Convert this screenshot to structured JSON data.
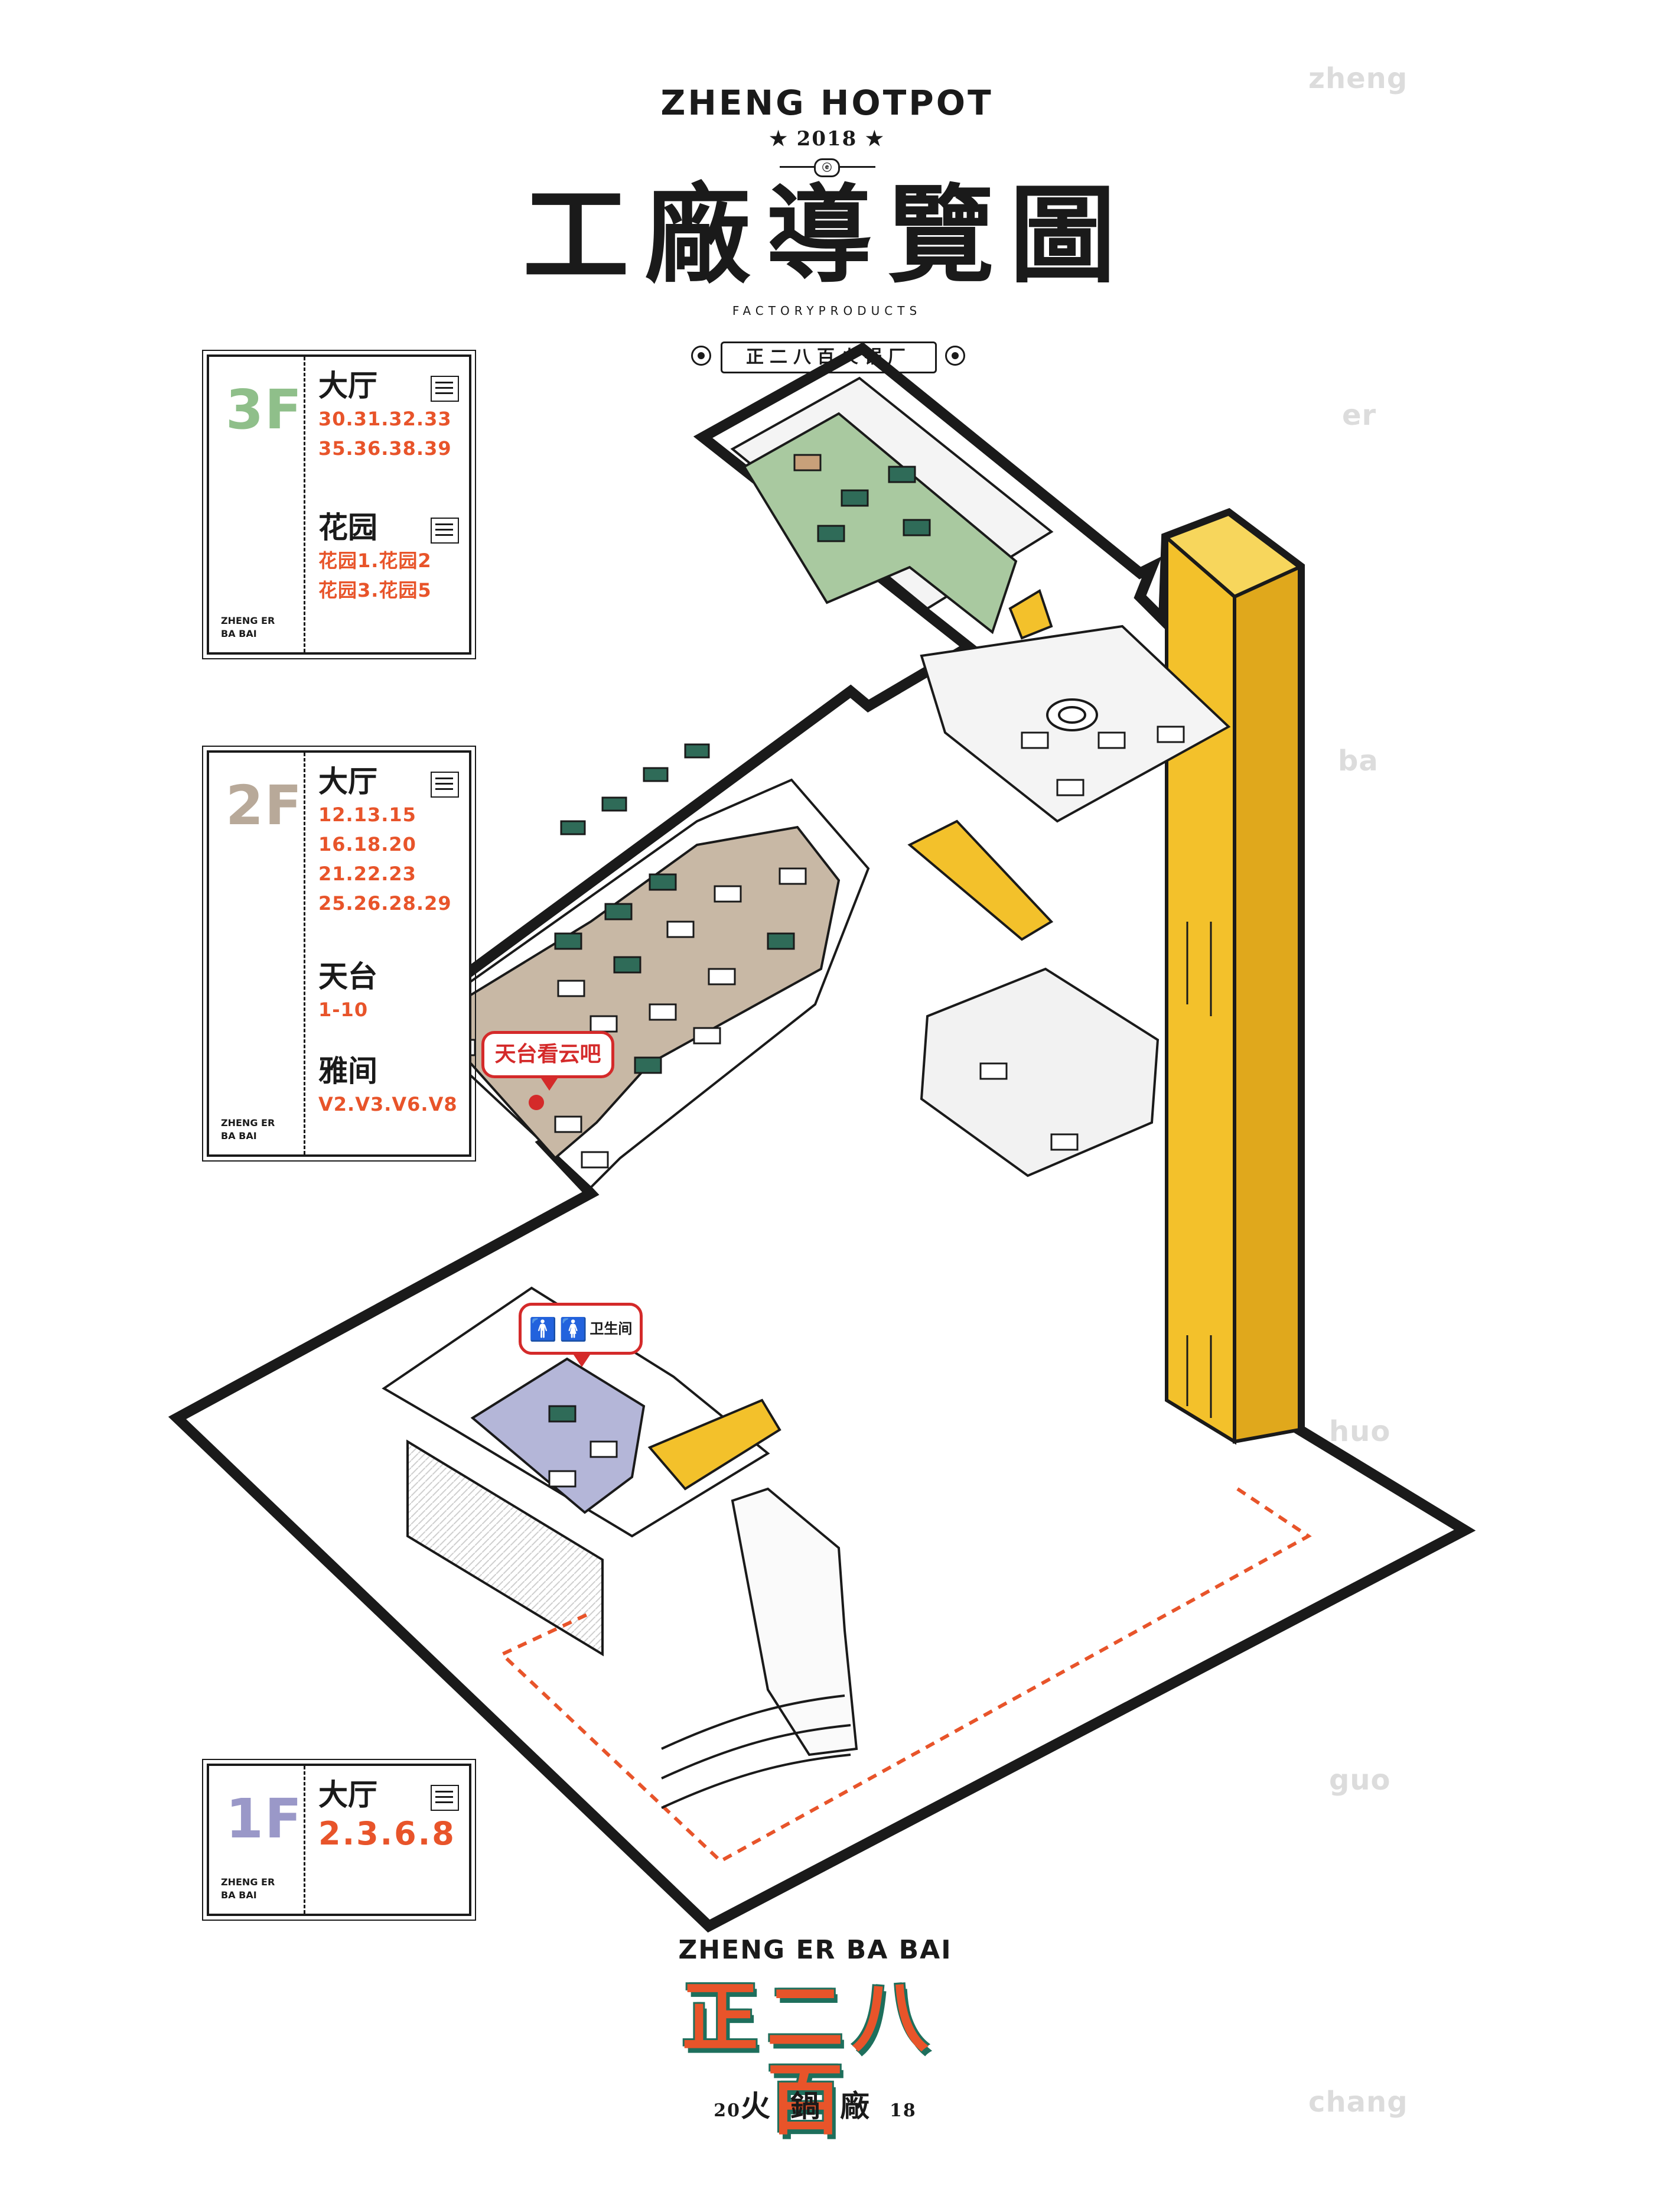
{
  "header": {
    "brand": "ZHENG HOTPOT",
    "year": "★ 2018 ★",
    "seal": "ⓔ",
    "title": "工廠導覽圖",
    "subtitle": "FACTORYPRODUCTS",
    "badge": "正二八百火锅厂"
  },
  "side_words": [
    "zheng",
    "er",
    "ba",
    "huo",
    "guo",
    "chang"
  ],
  "floors": [
    {
      "number": "3F",
      "color": "#8fbf8a",
      "footnote": "ZHENG ER BA BAI",
      "sections": [
        {
          "title": "大厅",
          "lines": [
            "30.31.32.33",
            "35.36.38.39"
          ]
        },
        {
          "title": "花园",
          "lines": [
            "花园1.花园2",
            "花园3.花园5"
          ]
        }
      ]
    },
    {
      "number": "2F",
      "color": "#b8a999",
      "footnote": "ZHENG ER BA BAI",
      "sections": [
        {
          "title": "大厅",
          "lines": [
            "12.13.15",
            "16.18.20",
            "21.22.23",
            "25.26.28.29"
          ]
        },
        {
          "title": "天台",
          "lines": [
            "1-10"
          ]
        },
        {
          "title": "雅间",
          "lines": [
            "V2.V3.V6.V8"
          ]
        }
      ]
    },
    {
      "number": "1F",
      "color": "#9a98c8",
      "footnote": "ZHENG ER BA BAI",
      "sections": [
        {
          "title": "大厅",
          "lines": [
            "2.3.6.8"
          ]
        }
      ]
    }
  ],
  "callouts": {
    "terrace": "天台看云吧",
    "restroom": "卫生间"
  },
  "footer": {
    "en": "ZHENG ER BA BAI",
    "logo": "正二八百",
    "year_left": "20",
    "year_right": "18",
    "sub": "火鍋廠"
  },
  "colors": {
    "accent_orange": "#e8542a",
    "elevator_yellow": "#f3c12b",
    "garden_green": "#a9c9a0",
    "floor_beige": "#c8b8a5",
    "floor1_lavender": "#b4b6d8",
    "callout_red": "#d42a2a"
  }
}
